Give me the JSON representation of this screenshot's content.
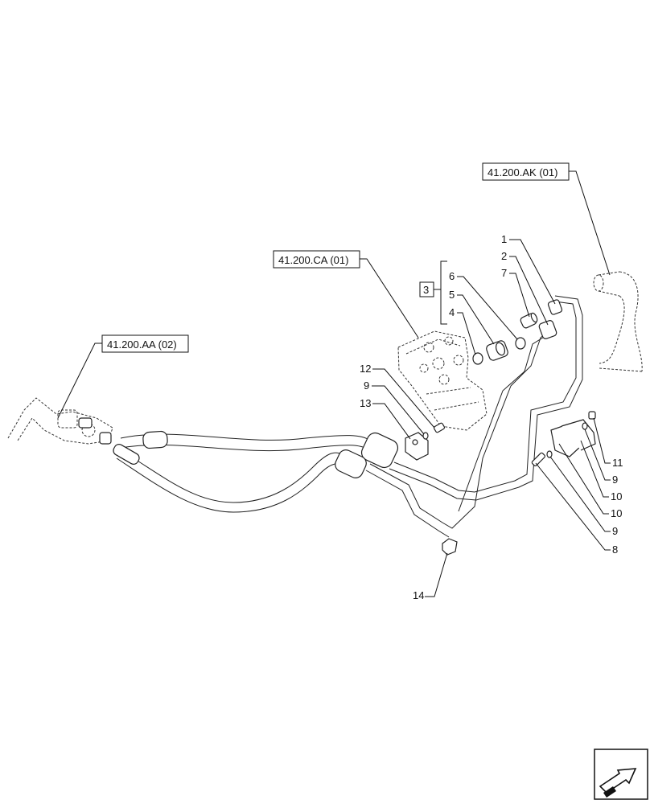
{
  "references": {
    "ak": "41.200.AK (01)",
    "ca": "41.200.CA (01)",
    "aa": "41.200.AA (02)"
  },
  "kit_label": "3",
  "callouts": {
    "c1": "1",
    "c2": "2",
    "c7": "7",
    "c6": "6",
    "c5": "5",
    "c4": "4",
    "c12": "12",
    "c9a": "9",
    "c13": "13",
    "c11": "11",
    "c9b": "9",
    "c10a": "10",
    "c10b": "10",
    "c9c": "9",
    "c8": "8",
    "c14": "14"
  },
  "icons": {
    "nav": "arrow-icon"
  }
}
